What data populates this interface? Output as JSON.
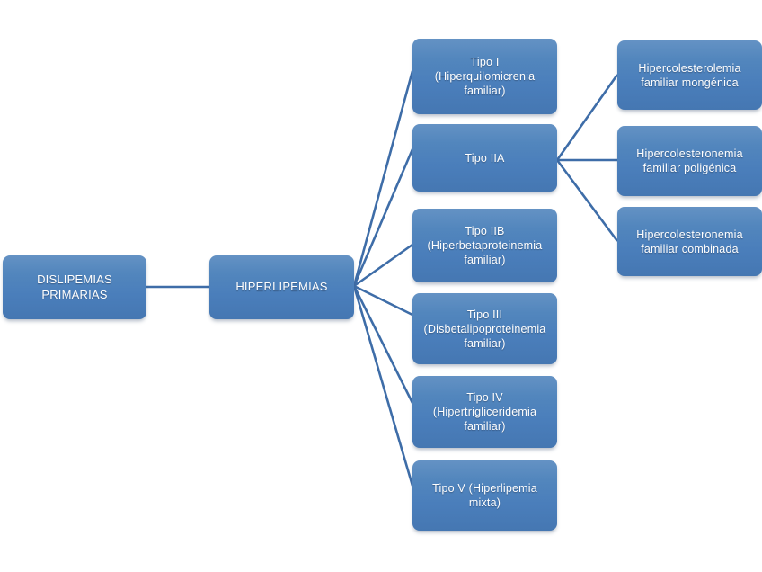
{
  "diagram": {
    "title": "Dislipemias primarias - hiperlipemias",
    "theme": {
      "box_fill": "#4a7ebb",
      "box_fill_light": "#6492c4",
      "text_color": "#ffffff",
      "line_color": "#3e6da8",
      "background": "#ffffff"
    },
    "root": {
      "label": "DISLIPEMIAS PRIMARIAS"
    },
    "level2": {
      "label": "HIPERLIPEMIAS"
    },
    "types": [
      {
        "label": "Tipo I (Hiperquilomicrenia familiar)"
      },
      {
        "label": "Tipo IIA"
      },
      {
        "label": "Tipo IIB (Hiperbetaproteinemia familiar)"
      },
      {
        "label": "Tipo III (Disbetalipoproteinemia familiar)"
      },
      {
        "label": "Tipo IV (Hipertrigliceridemia familiar)"
      },
      {
        "label": "Tipo V (Hiperlipemia mixta)"
      }
    ],
    "subtypes": [
      {
        "label": "Hipercolesterolemia familiar mongénica"
      },
      {
        "label": "Hipercolesteronemia familiar poligénica"
      },
      {
        "label": "Hipercolesteronemia familiar combinada"
      }
    ]
  }
}
